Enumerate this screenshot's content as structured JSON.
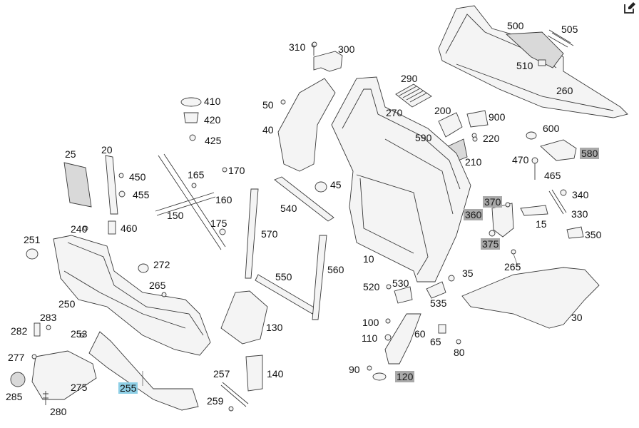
{
  "toolbar": {
    "edit_icon": "edit-icon"
  },
  "labels": {
    "p10": "10",
    "p15": "15",
    "p20": "20",
    "p25": "25",
    "p30": "30",
    "p35": "35",
    "p40": "40",
    "p45": "45",
    "p50": "50",
    "p60": "60",
    "p65": "65",
    "p80": "80",
    "p90": "90",
    "p100": "100",
    "p110": "110",
    "p120": "120",
    "p130": "130",
    "p140": "140",
    "p150": "150",
    "p160": "160",
    "p165": "165",
    "p170": "170",
    "p175": "175",
    "p200": "200",
    "p210": "210",
    "p220": "220",
    "p240": "240",
    "p250": "250",
    "p251": "251",
    "p253": "253",
    "p255": "255",
    "p257": "257",
    "p259": "259",
    "p260": "260",
    "p265a": "265",
    "p265b": "265",
    "p270": "270",
    "p272": "272",
    "p275": "275",
    "p277": "277",
    "p280": "280",
    "p282": "282",
    "p283": "283",
    "p285": "285",
    "p290": "290",
    "p300": "300",
    "p310": "310",
    "p330": "330",
    "p340": "340",
    "p350": "350",
    "p360": "360",
    "p370": "370",
    "p375": "375",
    "p410": "410",
    "p420": "420",
    "p425": "425",
    "p450": "450",
    "p455": "455",
    "p460": "460",
    "p465": "465",
    "p470": "470",
    "p500": "500",
    "p505": "505",
    "p510": "510",
    "p520": "520",
    "p530": "530",
    "p535": "535",
    "p540": "540",
    "p550": "550",
    "p560": "560",
    "p570": "570",
    "p580": "580",
    "p590": "590",
    "p600": "600",
    "p900": "900"
  },
  "highlight_colors": {
    "unavailable": "#a9a9a9",
    "selected": "#8ecfe6"
  }
}
